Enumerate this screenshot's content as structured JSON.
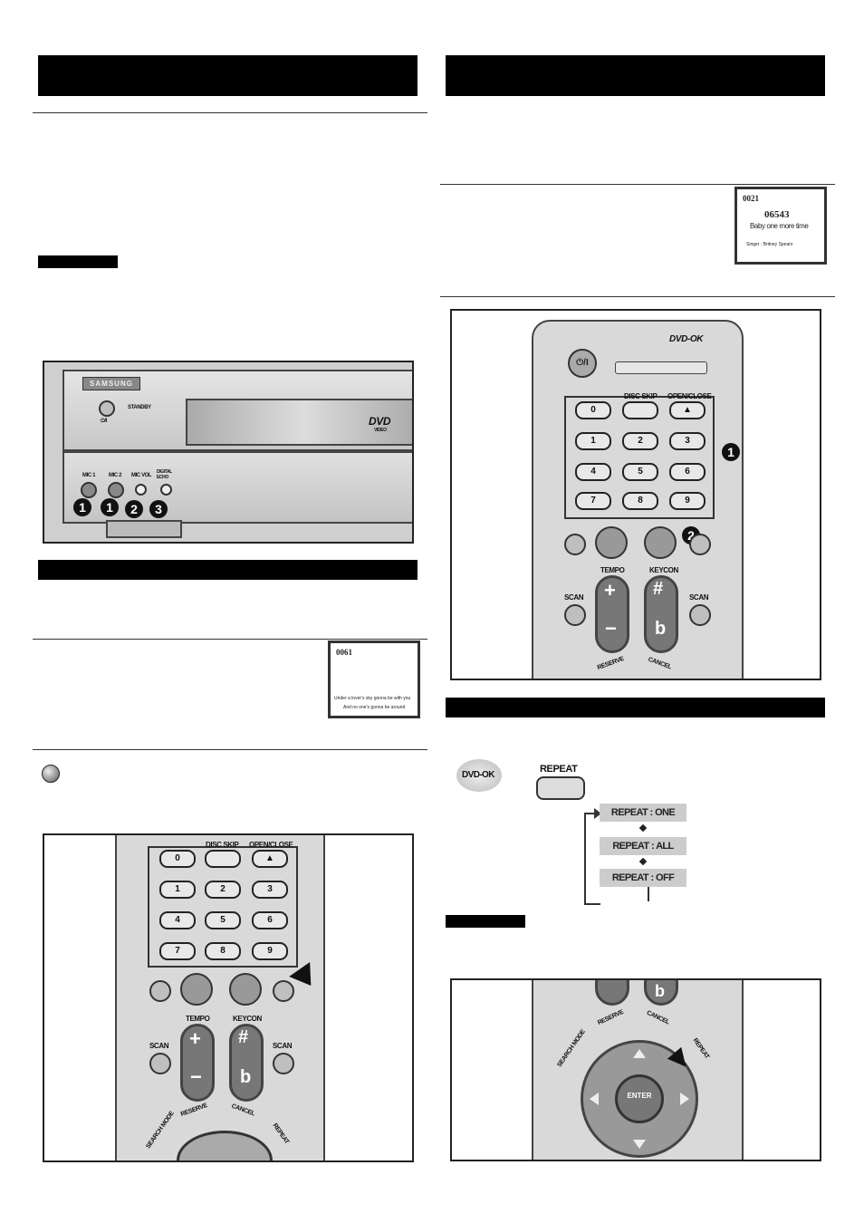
{
  "front_panel": {
    "brand": "SAMSUNG",
    "standby": "STANDBY",
    "power_symbol": "⏻/I",
    "dvd_logo": "DVD",
    "dvd_sub": "VIDEO",
    "mic1": "MIC 1",
    "mic2": "MIC 2",
    "mic_vol": "MIC VOL",
    "digital_echo": "DIGITAL ECHO",
    "callout_1": "1",
    "callout_2": "2",
    "callout_3": "3"
  },
  "screen_small": {
    "track": "0061",
    "line1": "Under a lover's sky gonna be with you",
    "line2": "And no one's gonna be around"
  },
  "screen_top": {
    "track": "0021",
    "number": "06543",
    "title": "Baby one more time",
    "credit": "Singer : Britney Spears"
  },
  "keypad": {
    "disc_skip": "DISC SKIP",
    "open_close": "OPEN/CLOSE",
    "eject": "▲",
    "keys": [
      "0",
      "1",
      "2",
      "3",
      "4",
      "5",
      "6",
      "7",
      "8",
      "9"
    ],
    "tempo": "TEMPO",
    "keycon": "KEYCON",
    "scan": "SCAN",
    "plus": "+",
    "minus": "−",
    "sharp": "#",
    "flat": "b",
    "reserve": "RESERVE",
    "cancel": "CANCEL",
    "search_mode": "SEARCH MODE",
    "repeat": "REPEAT",
    "enter": "ENTER",
    "power": "⏻/I",
    "logo": "DVD-OK",
    "callout_1": "1",
    "callout_2": "2"
  },
  "repeat_section": {
    "dvd_ok": "DVD-OK",
    "repeat_button": "REPEAT",
    "options": [
      "REPEAT : ONE",
      "REPEAT : ALL",
      "REPEAT : OFF"
    ]
  }
}
